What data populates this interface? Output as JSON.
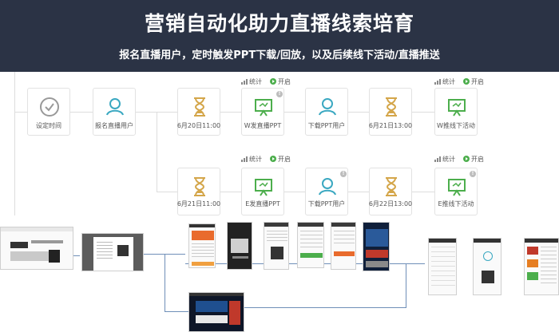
{
  "banner": {
    "title": "营销自动化助力直播线索培育",
    "subtitle": "报名直播用户，定时触发PPT下载/回放，以及后续线下活动/直播推送"
  },
  "flow": {
    "row1": {
      "nodes": [
        {
          "label": "设定时间",
          "icon": "clock-icon",
          "warn": false
        },
        {
          "label": "报名直播用户",
          "icon": "user-icon",
          "warn": false
        },
        {
          "label": "6月20日11:00",
          "icon": "hourglass-icon",
          "warn": false
        },
        {
          "label": "W发直播PPT",
          "icon": "presentation-icon",
          "warn": true
        },
        {
          "label": "下载PPT用户",
          "icon": "user-icon",
          "warn": false
        },
        {
          "label": "6月21日13:00",
          "icon": "hourglass-icon",
          "warn": false
        },
        {
          "label": "W推线下活动",
          "icon": "presentation-icon",
          "warn": false
        }
      ],
      "controls": [
        {
          "stats": "统计",
          "start": "开启"
        },
        {
          "stats": "统计",
          "start": "开启"
        }
      ]
    },
    "row2": {
      "nodes": [
        {
          "label": "6月21日11:00",
          "icon": "hourglass-icon",
          "warn": false
        },
        {
          "label": "E发直播PPT",
          "icon": "presentation-icon",
          "warn": false
        },
        {
          "label": "下载PPT用户",
          "icon": "user-icon",
          "warn": true
        },
        {
          "label": "6月22日13:00",
          "icon": "hourglass-icon",
          "warn": false
        },
        {
          "label": "E推线下活动",
          "icon": "presentation-icon",
          "warn": true
        }
      ],
      "controls": [
        {
          "stats": "统计",
          "start": "开启"
        },
        {
          "stats": "统计",
          "start": "开启"
        }
      ]
    },
    "colors": {
      "teal": "#3aa8c1",
      "gold": "#d4a64a",
      "green": "#4cae4c",
      "gray": "#999999"
    }
  }
}
